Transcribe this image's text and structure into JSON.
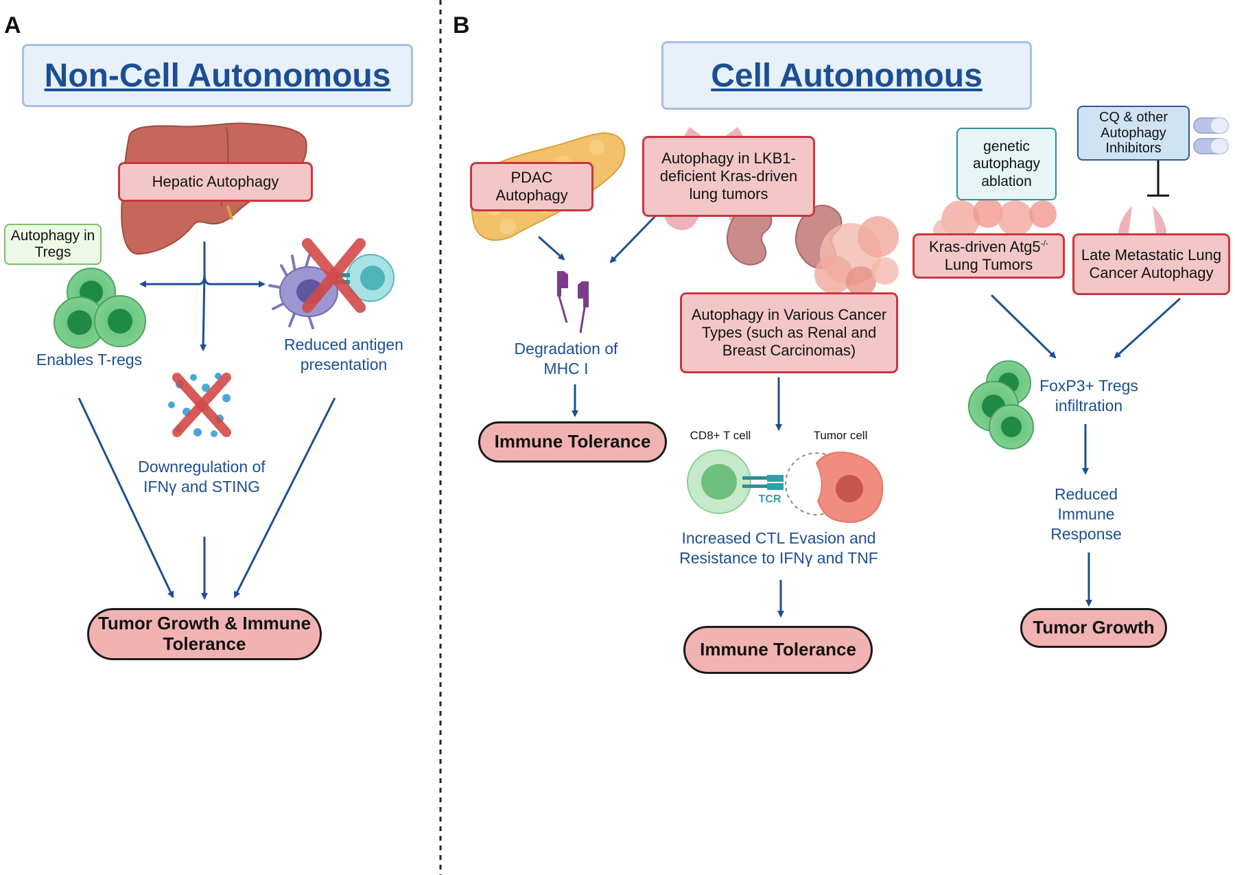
{
  "panel_a": {
    "letter": "A",
    "title": "Non-Cell Autonomous",
    "hepatic_box": "Hepatic Autophagy",
    "tregs_box": "Autophagy in Tregs",
    "enables_tregs": "Enables T-regs",
    "reduced_antigen": "Reduced antigen presentation",
    "downregulation": "Downregulation of IFNγ and STING",
    "outcome": "Tumor Growth & Immune Tolerance"
  },
  "panel_b": {
    "letter": "B",
    "title": "Cell Autonomous",
    "pdac_box": "PDAC Autophagy",
    "lkb1_box": "Autophagy in LKB1-deficient Kras-driven lung tumors",
    "degradation": "Degradation of MHC I",
    "immune_tolerance_1": "Immune Tolerance",
    "various_box": "Autophagy in Various Cancer Types (such as Renal and Breast Carcinomas)",
    "cd8_label": "CD8+ T cell",
    "tumor_cell_label": "Tumor cell",
    "tcr_label": "TCR",
    "ctl_evasion": "Increased CTL Evasion and Resistance to IFNγ and TNF",
    "immune_tolerance_2": "Immune Tolerance",
    "genetic_box": "genetic autophagy ablation",
    "cq_box": "CQ & other Autophagy Inhibitors",
    "kras_atg5_main": "Kras-driven Atg5",
    "kras_atg5_sup": "-/-",
    "kras_atg5_line2": "Lung Tumors",
    "late_metastatic_box": "Late Metastatic Lung Cancer Autophagy",
    "foxp3": "FoxP3+ Tregs infiltration",
    "reduced_immune": "Reduced Immune Response",
    "tumor_growth": "Tumor Growth"
  },
  "colors": {
    "arrow": "#1b4f93",
    "red_box_fill": "#f3c7c8",
    "red_box_border": "#c9363f",
    "pill_fill": "#f1b3b2",
    "title_fill": "#e8f0fa",
    "title_text": "#1b4f93",
    "cross": "#d24a48"
  },
  "icons": [
    "liver-icon",
    "pancreas-icon",
    "lungs-icon",
    "kidney-icon",
    "tumor-tissue-icon",
    "treg-cells-icon",
    "dendritic-cell-icon",
    "cytokine-icon",
    "mhc-receptor-icon",
    "cd8-t-cell-icon",
    "tumor-cell-icon",
    "capsule-icon",
    "inhibition-bar-icon",
    "red-cross-icon"
  ]
}
